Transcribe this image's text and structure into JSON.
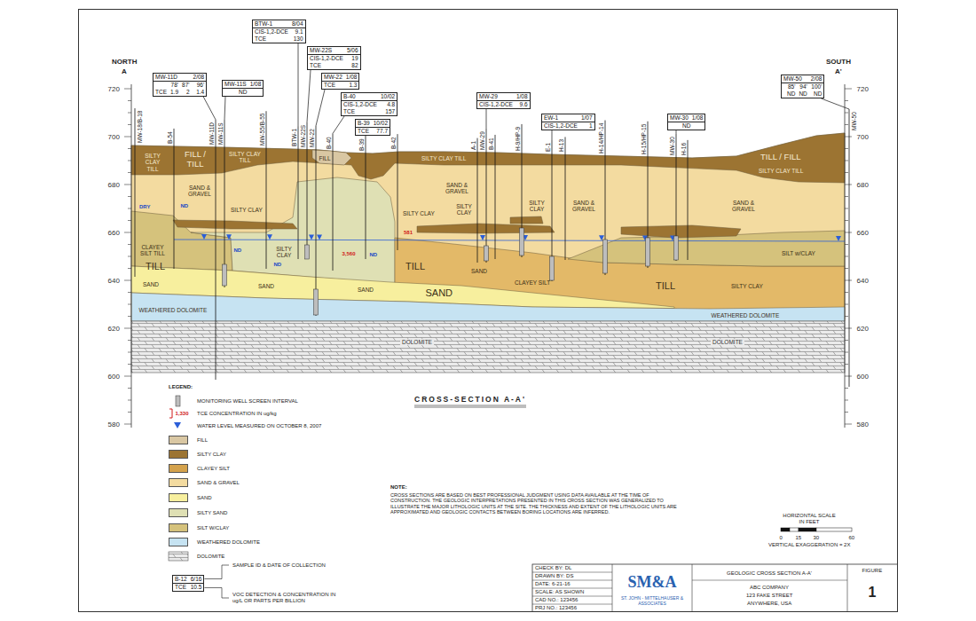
{
  "diagram": {
    "title": "CROSS-SECTION A-A'",
    "nodes": [
      {
        "text": [
          "MW-11D",
          "2/08",
          "78'",
          "87'",
          "96'",
          "TCE",
          "1.9",
          "2",
          "1.4"
        ]
      },
      {
        "text": [
          "MW-11S",
          "1/08",
          "ND"
        ]
      },
      {
        "text": [
          "BTW-1",
          "8/04",
          "CIS-1,2-DCE",
          "9.1",
          "TCE",
          "130"
        ]
      },
      {
        "text": [
          "MW-22S",
          "5/06",
          "CIS-1,2-DCE",
          "19",
          "TCE",
          "82"
        ]
      },
      {
        "text": [
          "MW-22",
          "1/08",
          "TCE",
          "1.3"
        ]
      },
      {
        "text": [
          "B-40",
          "10/02",
          "CIS-1,2-DCE",
          "4.8",
          "TCE",
          "157"
        ]
      },
      {
        "text": [
          "B-39",
          "10/02",
          "TCE",
          "77.7"
        ]
      },
      {
        "text": [
          "MW-29",
          "1/08",
          "CIS-1,2-DCE",
          "9.6"
        ]
      },
      {
        "text": [
          "EW-1",
          "1/07",
          "CIS-1,2-DCE",
          "1"
        ]
      },
      {
        "text": [
          "MW-30",
          "1/08",
          "ND"
        ]
      },
      {
        "text": [
          "MW-50",
          "2/08",
          "85'",
          "94'",
          "100'",
          "ND",
          "ND",
          "ND"
        ]
      },
      {
        "text": [
          "B-12",
          "6/16",
          "TCE",
          "10.5"
        ]
      }
    ],
    "labels": [
      "NORTH",
      "A",
      "SOUTH",
      "A'",
      "720",
      "700",
      "680",
      "660",
      "640",
      "620",
      "600",
      "580",
      "720",
      "700",
      "680",
      "660",
      "640",
      "620",
      "600",
      "580",
      "MW-18/B-18",
      "B-54",
      "MW-11D",
      "MW-11S",
      "MW-55/B-55",
      "BTW-1",
      "MW-22S",
      "MW-22",
      "B-40",
      "B-39",
      "B-42",
      "A-1",
      "MW-29",
      "B-41",
      "H-9/HP-9",
      "E-1",
      "H-13",
      "H-14/HP-14",
      "H-15/HP-15",
      "MW-30",
      "H-16",
      "MW-50",
      "FILL / TILL",
      "SILTY CLAY TILL",
      "SILTY CLAY TILL",
      "FILL",
      "SILTY CLAY TILL",
      "TILL / FILL",
      "SILTY CLAY TILL",
      "SAND & GRAVEL",
      "SAND & GRAVEL",
      "SAND & GRAVEL",
      "SAND & GRAVEL",
      "SILTY CLAY",
      "SILTY CLAY",
      "SILTY CLAY",
      "SILTY CLAY",
      "SILTY CLAY",
      "SILTY CLAY",
      "CLAYEY SILT TILL",
      "TILL",
      "TILL",
      "TILL",
      "SAND",
      "SAND",
      "SAND",
      "SAND",
      "SAND",
      "CLAYEY SILT",
      "SILT w/CLAY",
      "WEATHERED DOLOMITE",
      "WEATHERED DOLOMITE",
      "DOLOMITE",
      "DOLOMITE",
      "DRY",
      "ND",
      "ND",
      "ND",
      "ND",
      "3,560",
      "581",
      "LEGEND:",
      "1,330",
      "NOTE:",
      "CROSS SECTIONS ARE BASED ON BEST PROFESSIONAL JUDGMENT USING DATA AVAILABLE AT THE TIME OF CONSTRUCTION. THE GEOLOGIC INTERPRETATIONS PRESENTED IN THIS CROSS SECTION WAS GENERALIZED TO ILLUSTRATE THE MAJOR LITHOLOGIC UNITS AT THE SITE. THE THICKNESS AND EXTENT OF THE LITHOLOGIC UNITS ARE APPROXIMATED AND GEOLOGIC CONTACTS BETWEEN BORING LOCATIONS ARE INFERRED.",
      "HORIZONTAL SCALE IN FEET",
      "0",
      "15",
      "30",
      "60",
      "VERTICAL EXAGGERATION = 2X",
      "SAMPLE ID & DATE OF COLLECTION",
      "VOC DETECTION & CONCENTRATION IN ug/L OR PARTS PER BILLION",
      "CHECK BY: DL",
      "DRAWN BY: DS",
      "DATE: 6-21-16",
      "SCALE: AS SHOWN",
      "CAD NO.: 123456",
      "PRJ NO.: 123456",
      "SM&A",
      "ST. JOHN - MITTELHAUSER & ASSOCIATES",
      "GEOLOGIC CROSS SECTION A-A'",
      "ABC COMPANY",
      "123 FAKE STREET",
      "ANYWHERE, USA",
      "FIGURE",
      "1"
    ],
    "legend": [
      {
        "text": "MONITORING WELL SCREEN INTERVAL"
      },
      {
        "text": "TCE CONCENTRATION IN ug/kg"
      },
      {
        "text": "WATER LEVEL MEASURED ON OCTOBER 8, 2007"
      },
      {
        "text": "FILL",
        "color": "#d9c7a3"
      },
      {
        "text": "SILTY CLAY",
        "color": "#9c7432"
      },
      {
        "text": "CLAYEY SILT",
        "color": "#d4a24c"
      },
      {
        "text": "SAND & GRAVEL",
        "color": "#f3dba0"
      },
      {
        "text": "SAND",
        "color": "#f7ef9e"
      },
      {
        "text": "SILTY SAND",
        "color": "#dfe0b4"
      },
      {
        "text": "SILT W/CLAY",
        "color": "#d5c27c"
      },
      {
        "text": "WEATHERED DOLOMITE",
        "color": "#c6e3f2"
      },
      {
        "text": "DOLOMITE"
      }
    ]
  }
}
